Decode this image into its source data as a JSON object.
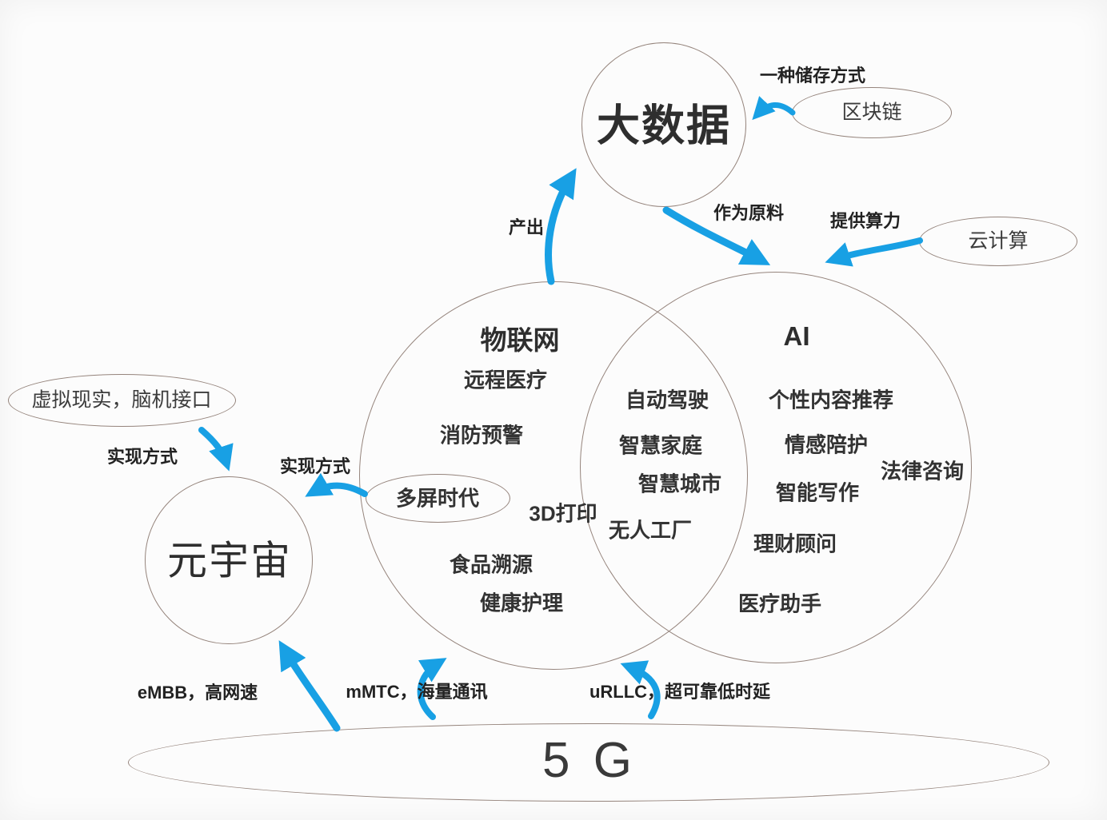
{
  "nodes": {
    "bigdata": "大数据",
    "blockchain": "区块链",
    "cloud": "云计算",
    "metaverse": "元宇宙",
    "vr_bci": "虚拟现实，脑机接口",
    "multiscreen": "多屏时代",
    "fiveg": "5 G",
    "iot_title": "物联网",
    "ai_title": "AI"
  },
  "iot_items": [
    "远程医疗",
    "消防预警",
    "3D打印",
    "食品溯源",
    "健康护理"
  ],
  "overlap_items": [
    "自动驾驶",
    "智慧家庭",
    "智慧城市",
    "无人工厂"
  ],
  "ai_items": [
    "个性内容推荐",
    "情感陪护",
    "法律咨询",
    "智能写作",
    "理财顾问",
    "医疗助手"
  ],
  "edge_labels": {
    "storage_method": "一种储存方式",
    "compute_power": "提供算力",
    "raw_material": "作为原料",
    "produce": "产出",
    "realize_left": "实现方式",
    "realize_right": "实现方式",
    "embb": "eMBB，高网速",
    "mmtc": "mMTC，海量通讯",
    "urllc": "uRLLC，超可靠低时延"
  },
  "colors": {
    "arrow_blue": "#18a0e4",
    "outline": "#95847c",
    "ink": "#2e2e2e",
    "background": "#fcfcfc"
  }
}
